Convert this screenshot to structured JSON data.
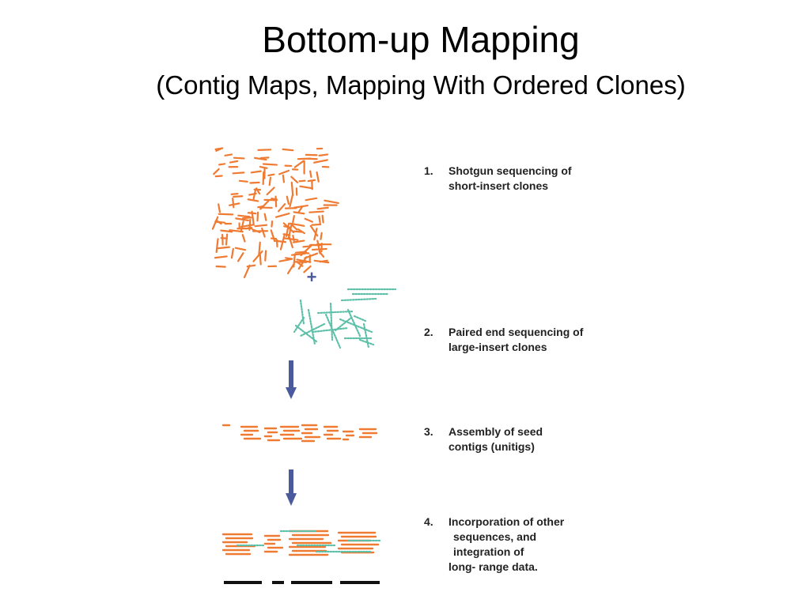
{
  "slide": {
    "title": "Bottom-up Mapping",
    "subtitle": "(Contig Maps, Mapping With Ordered Clones)"
  },
  "colors": {
    "short_insert": "#ef7a32",
    "large_insert": "#5cbfa8",
    "arrow": "#4a5a9c",
    "long_range": "#111111",
    "text": "#222222"
  },
  "diagram": {
    "plus_sign": "+",
    "steps": [
      {
        "number": "1.",
        "lines": [
          "Shotgun sequencing of",
          "short-insert clones"
        ]
      },
      {
        "number": "2.",
        "lines": [
          "Paired end sequencing of",
          "large-insert clones"
        ]
      },
      {
        "number": "3.",
        "lines": [
          "Assembly of seed",
          "contigs  (unitigs)"
        ]
      },
      {
        "number": "4.",
        "lines": [
          "Incorporation of other",
          "sequences, and",
          "integration of",
          "long- range data."
        ]
      }
    ]
  }
}
